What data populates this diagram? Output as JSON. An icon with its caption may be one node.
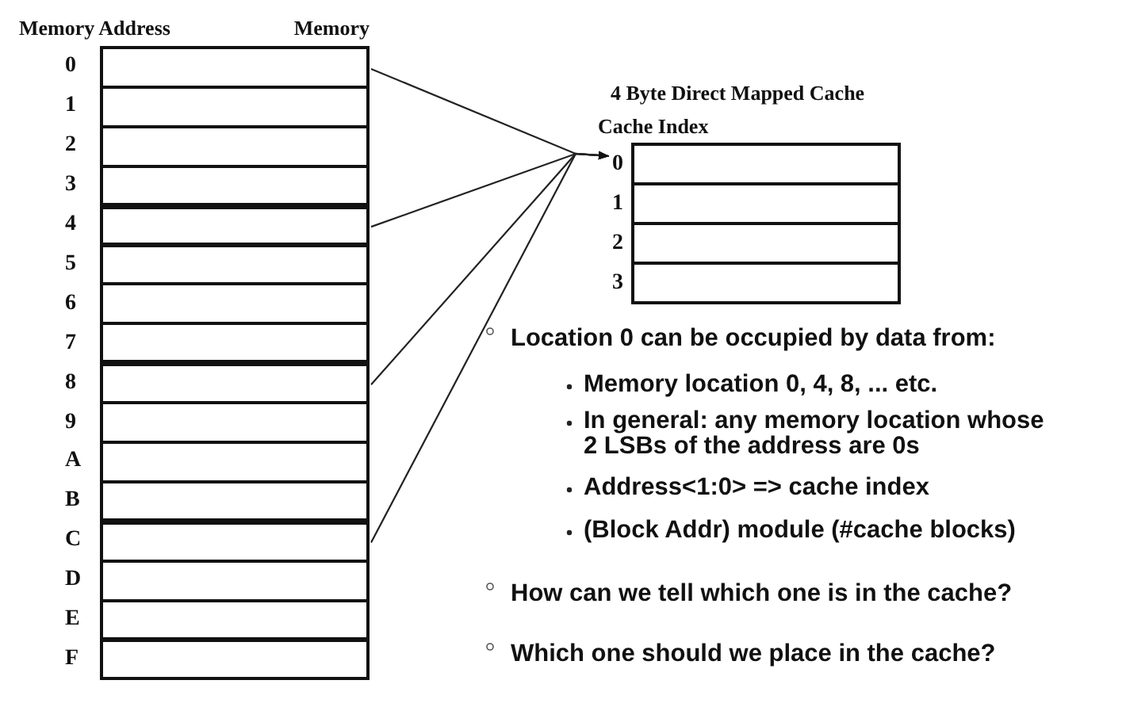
{
  "diagram": {
    "nodes": [
      {
        "text": [
          "Memory"
        ]
      },
      {
        "text": [],
        "shape": "box",
        "in": 0,
        "beside": [
          "0"
        ]
      },
      {
        "text": [],
        "shape": "box",
        "in": 0,
        "beside": [
          "1"
        ]
      },
      {
        "text": [],
        "shape": "box",
        "in": 0,
        "beside": [
          "2"
        ]
      },
      {
        "text": [],
        "shape": "box",
        "in": 0,
        "beside": [
          "3"
        ]
      },
      {
        "text": [],
        "shape": "box",
        "in": 0,
        "beside": [
          "4"
        ]
      },
      {
        "text": [],
        "shape": "box",
        "in": 0,
        "beside": [
          "5"
        ]
      },
      {
        "text": [],
        "shape": "box",
        "in": 0,
        "beside": [
          "6"
        ]
      },
      {
        "text": [],
        "shape": "box",
        "in": 0,
        "beside": [
          "7"
        ]
      },
      {
        "text": [],
        "shape": "box",
        "in": 0,
        "beside": [
          "8"
        ]
      },
      {
        "text": [],
        "shape": "box",
        "in": 0,
        "beside": [
          "9"
        ]
      },
      {
        "text": [],
        "shape": "box",
        "in": 0,
        "beside": [
          "A"
        ]
      },
      {
        "text": [],
        "shape": "box",
        "in": 0,
        "beside": [
          "B"
        ]
      },
      {
        "text": [],
        "shape": "box",
        "in": 0,
        "beside": [
          "C"
        ]
      },
      {
        "text": [],
        "shape": "box",
        "in": 0,
        "beside": [
          "D"
        ]
      },
      {
        "text": [],
        "shape": "box",
        "in": 0,
        "beside": [
          "E"
        ]
      },
      {
        "text": [],
        "shape": "box",
        "in": 0,
        "beside": [
          "F"
        ]
      },
      {
        "text": [
          "4 Byte Direct Mapped Cache"
        ]
      },
      {
        "text": [],
        "shape": "box",
        "in": 17,
        "beside": [
          "0"
        ]
      },
      {
        "text": [],
        "shape": "box",
        "in": 17,
        "beside": [
          "1"
        ]
      },
      {
        "text": [],
        "shape": "box",
        "in": 17,
        "beside": [
          "2"
        ]
      },
      {
        "text": [],
        "shape": "box",
        "in": 17,
        "beside": [
          "3"
        ]
      }
    ],
    "edges": [
      {
        "from": 1,
        "to": 18,
        "arrow": "to"
      },
      {
        "from": 5,
        "to": 18,
        "arrow": "to"
      },
      {
        "from": 9,
        "to": 18,
        "arrow": "to"
      },
      {
        "from": 13,
        "to": 18,
        "arrow": "to"
      }
    ],
    "labels": [
      "Memory Address",
      "Cache Index",
      "Location 0 can be occupied by data from:",
      "Memory location 0, 4, 8, ... etc.",
      "In general: any memory location whose 2 LSBs of the address are 0s",
      "Address<1:0> => cache index",
      "(Block Addr) module (#cache blocks)",
      "How can we tell which one is in the cache?",
      "Which one should we place in the cache?"
    ]
  }
}
